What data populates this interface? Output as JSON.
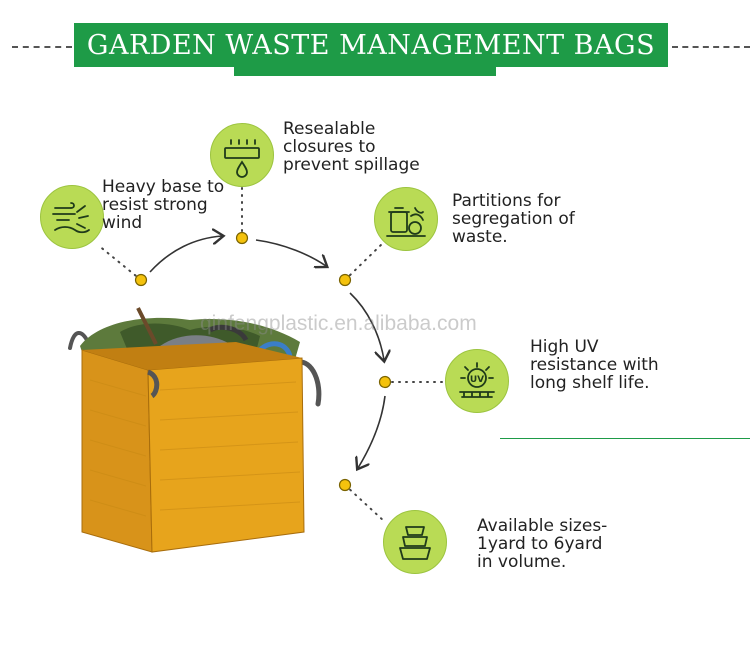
{
  "header": {
    "title": "GARDEN WASTE MANAGEMENT BAGS"
  },
  "watermark": "qinfengplastic.en.alibaba.com",
  "colors": {
    "banner_green": "#1e9b47",
    "icon_green": "#b9db55",
    "dot_yellow": "#f4c20d",
    "bag_yellow": "#e7a41c"
  },
  "features": [
    {
      "icon": "wind-icon",
      "text": "Heavy base to\nresist strong\nwind"
    },
    {
      "icon": "water-drop-icon",
      "text": "Resealable\nclosures to\nprevent spillage"
    },
    {
      "icon": "garden-waste-icon",
      "text": "Partitions for\nsegregation of\nwaste."
    },
    {
      "icon": "uv-sun-icon",
      "text": "High UV\nresistance with\nlong shelf life."
    },
    {
      "icon": "stacked-containers-icon",
      "text": "Available sizes-\n1yard to 6yard\nin volume."
    }
  ]
}
